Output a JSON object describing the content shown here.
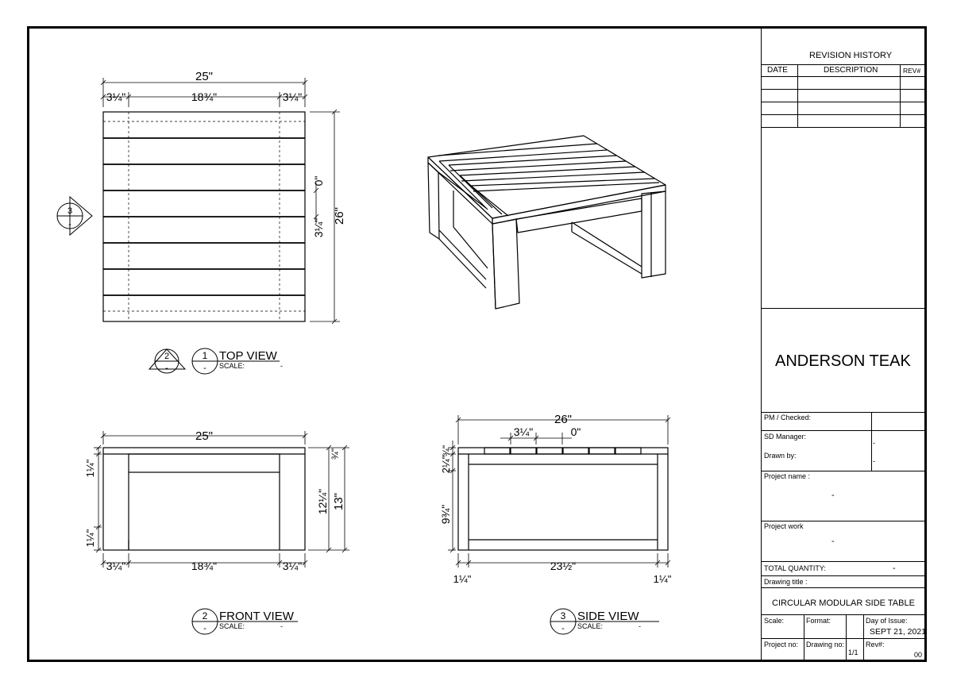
{
  "views": {
    "top": {
      "number": "1",
      "title": "TOP VIEW",
      "scale_label": "SCALE:",
      "scale_value": "-",
      "section_marker": "2",
      "section_marker_sub": "-"
    },
    "front": {
      "number": "2",
      "title": "FRONT VIEW",
      "scale_label": "SCALE:",
      "scale_value": "-"
    },
    "side": {
      "number": "3",
      "title": "SIDE VIEW",
      "scale_label": "SCALE:",
      "scale_value": "-"
    },
    "side_marker": {
      "number": "3",
      "sub": "-"
    },
    "view_number_sub": "-"
  },
  "dimensions": {
    "top": {
      "overall_width": "25\"",
      "left_margin": "3¼\"",
      "middle": "18¾\"",
      "right_margin": "3¼\"",
      "gap": "0\"",
      "slat": "3¼\"",
      "overall_depth": "26\""
    },
    "front": {
      "overall_width": "25\"",
      "top_rail": "1¼\"",
      "bottom_rail": "1¼\"",
      "apron": "¾\"",
      "inner_height": "12¼\"",
      "overall_height": "13\"",
      "left_leg": "3¼\"",
      "middle": "18¾\"",
      "right_leg": "3¼\""
    },
    "side": {
      "overall_width": "26\"",
      "slat": "3¼\"",
      "gap": "0\"",
      "top": "¾\"",
      "apron": "2¼\"",
      "opening": "9¾\"",
      "left_leg": "1¼\"",
      "inner_width": "23½\"",
      "right_leg": "1¼\""
    }
  },
  "title_block": {
    "revision_history": {
      "heading": "REVISION HISTORY",
      "columns": [
        "DATE",
        "DESCRIPTION",
        "REV#"
      ]
    },
    "company": "ANDERSON TEAK",
    "pm_checked_label": "PM / Checked:",
    "sd_manager_label": "SD Manager:",
    "sd_manager_value": "-",
    "drawn_by_label": "Drawn by:",
    "drawn_by_value": "-",
    "project_name_label": "Project name :",
    "project_name_value": "-",
    "project_work_label": "Project work",
    "project_work_value": "-",
    "total_quantity_label": "TOTAL QUANTITY:",
    "total_quantity_value": "-",
    "drawing_title_label": "Drawing title :",
    "drawing_title": "CIRCULAR MODULAR SIDE TABLE",
    "scale_label": "Scale:",
    "format_label": "Format:",
    "day_of_issue_label": "Day of Issue:",
    "day_of_issue": "SEPT 21, 2021",
    "project_no_label": "Project no:",
    "drawing_no_label": "Drawing no:",
    "drawing_no": "1/1",
    "rev_label": "Rev#:",
    "rev_value": "00"
  }
}
